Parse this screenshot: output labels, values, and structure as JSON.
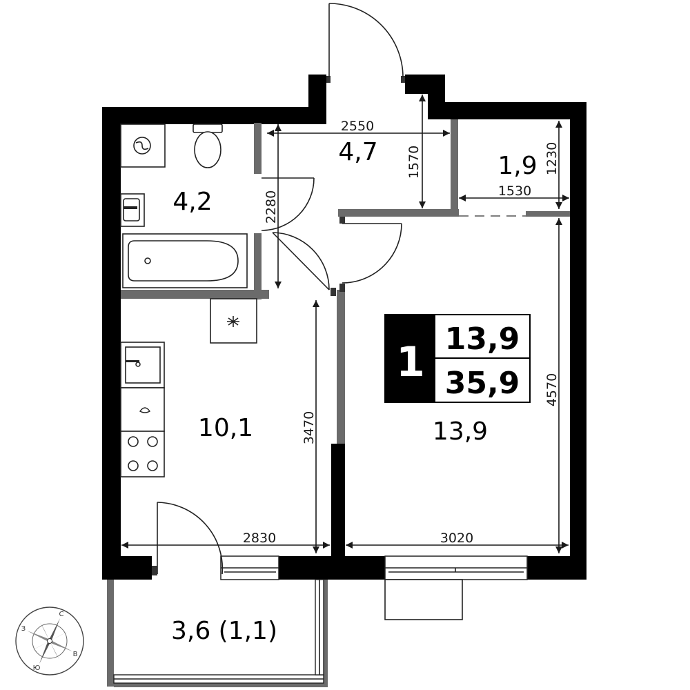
{
  "plan": {
    "badge": {
      "rooms": "1",
      "living_area": "13,9",
      "total_area": "35,9"
    },
    "rooms": {
      "hall": "4,7",
      "storage": "1,9",
      "bathroom": "4,2",
      "kitchen": "10,1",
      "bedroom": "13,9",
      "balcony": "3,6 (1,1)"
    },
    "dimensions": {
      "hall_width": "2550",
      "hall_depth": "1570",
      "storage_width": "1530",
      "storage_depth": "1230",
      "bath_depth": "2280",
      "kitchen_depth": "3470",
      "kitchen_width": "2830",
      "bedroom_width": "3020",
      "bedroom_depth": "4570"
    },
    "compass": {
      "north": "С",
      "south": "Ю",
      "east": "В",
      "west": "З"
    }
  }
}
